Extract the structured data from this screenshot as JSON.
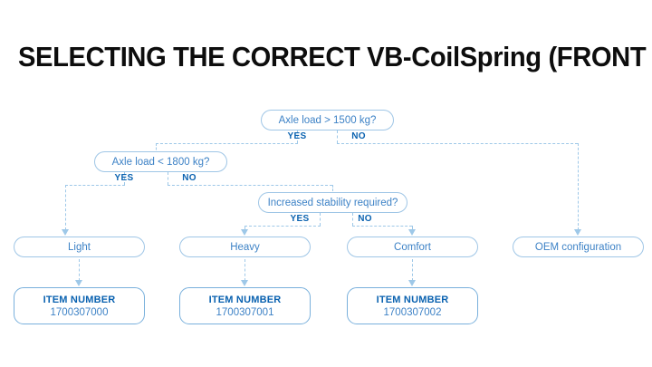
{
  "page": {
    "title": "SELECTING THE CORRECT VB-CoilSpring (FRONT AXLE)",
    "background_color": "#ffffff",
    "title_color": "#0d0d0d",
    "line_color": "#9ec8e8",
    "box_border_color": "#9fc6e6",
    "text_color": "#3d82c6",
    "accent_color": "#0a62b0"
  },
  "flowchart": {
    "type": "decision-tree",
    "decisions": [
      {
        "id": "d1",
        "label": "Axle load > 1500 kg?",
        "yes_label": "YES",
        "no_label": "NO",
        "yes_target": "d2",
        "no_target": "r4"
      },
      {
        "id": "d2",
        "label": "Axle load < 1800 kg?",
        "yes_label": "YES",
        "no_label": "NO",
        "yes_target": "r1",
        "no_target": "d3"
      },
      {
        "id": "d3",
        "label": "Increased stability required?",
        "yes_label": "YES",
        "no_label": "NO",
        "yes_target": "r2",
        "no_target": "r3"
      }
    ],
    "results": [
      {
        "id": "r1",
        "label": "Light"
      },
      {
        "id": "r2",
        "label": "Heavy"
      },
      {
        "id": "r3",
        "label": "Comfort"
      },
      {
        "id": "r4",
        "label": "OEM configuration"
      }
    ],
    "items": [
      {
        "id": "i1",
        "title": "ITEM NUMBER",
        "value": "1700307000",
        "from": "r1"
      },
      {
        "id": "i2",
        "title": "ITEM NUMBER",
        "value": "1700307001",
        "from": "r2"
      },
      {
        "id": "i3",
        "title": "ITEM NUMBER",
        "value": "1700307002",
        "from": "r3"
      }
    ]
  }
}
